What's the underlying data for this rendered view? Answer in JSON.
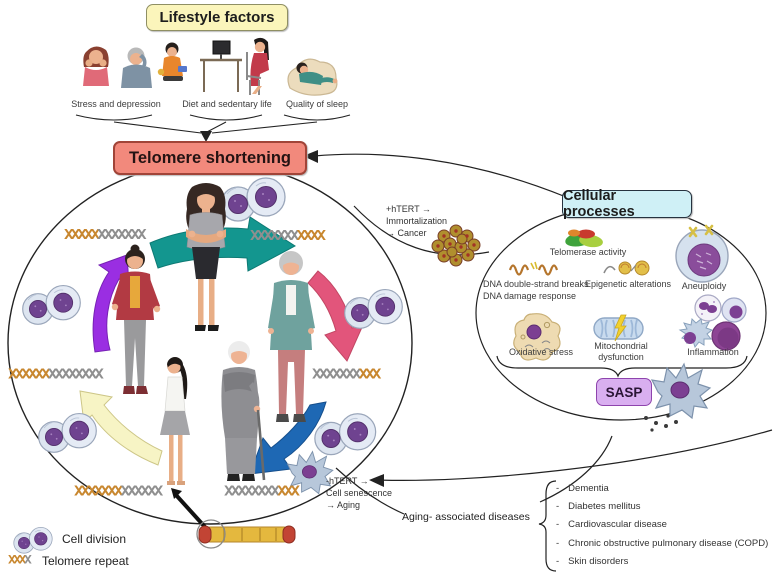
{
  "figure": {
    "lifestyle_title": "Lifestyle factors",
    "telomere_title": "Telomere shortening",
    "cellular_title": "Cellular processes",
    "sasp_label": "SASP"
  },
  "lifestyle_groups": [
    {
      "label": "Stress and depression"
    },
    {
      "label": "Diet and sedentary life"
    },
    {
      "label": "Quality of sleep"
    }
  ],
  "htert_plus": {
    "line1": "+hTERT →",
    "line2": "Immortalization",
    "line3": "→ Cancer"
  },
  "htert_minus": {
    "line1": "-hTERT →",
    "line2": "Cell senescence",
    "line3": "→ Aging"
  },
  "cellular_processes": {
    "telomerase": "Telomerase activity",
    "dsb_line1": "DNA double-strand breaks",
    "dsb_line2": "DNA damage response",
    "epigenetic": "Epigenetic alterations",
    "aneuploidy": "Aneuploidy",
    "oxidative": "Oxidative stress",
    "mitochondrial": "Mitochondrial dysfunction",
    "inflammation": "Inflammation"
  },
  "diseases": {
    "label": "Aging- associated diseases",
    "bullet": "-",
    "items": [
      "Dementia",
      "Diabetes mellitus",
      "Cardiovascular disease",
      "Chronic obstructive pulmonary disease (COPD)",
      "Skin disorders"
    ]
  },
  "legend": {
    "cell_division": "Cell division",
    "telomere_repeat": "Telomere repeat"
  },
  "dna_strands": [
    {
      "name": "dna-top-left",
      "segments": [
        [
          "orange",
          5
        ],
        [
          "gray",
          7
        ]
      ]
    },
    {
      "name": "dna-top-right",
      "segments": [
        [
          "gray",
          7
        ],
        [
          "orange",
          4
        ]
      ]
    },
    {
      "name": "dna-mid-left",
      "segments": [
        [
          "orange",
          6
        ],
        [
          "gray",
          8
        ]
      ]
    },
    {
      "name": "dna-mid-right",
      "segments": [
        [
          "gray",
          7
        ],
        [
          "orange",
          3
        ]
      ]
    },
    {
      "name": "dna-bottom-left",
      "segments": [
        [
          "orange",
          7
        ],
        [
          "gray",
          6
        ]
      ]
    },
    {
      "name": "dna-bottom-right",
      "segments": [
        [
          "gray",
          8
        ],
        [
          "orange",
          3
        ]
      ]
    },
    {
      "name": "dna-legend",
      "segments": [
        [
          "orange",
          3
        ],
        [
          "gray",
          1
        ]
      ]
    }
  ],
  "colors": {
    "lifestyle_box_bg": "#fbf5bb",
    "telomere_box_bg": "#f2897c",
    "cellular_box_bg": "#cff0f6",
    "sasp_box_bg": "#d9aff0",
    "dna_orange": "#c8872f",
    "dna_gray": "#8f8f8f",
    "arrow_teal": "#13968f",
    "arrow_pink": "#e2557b",
    "arrow_blue": "#1e68b4",
    "arrow_yellow": "#f7f4c5",
    "arrow_purple": "#9a2ee2"
  }
}
